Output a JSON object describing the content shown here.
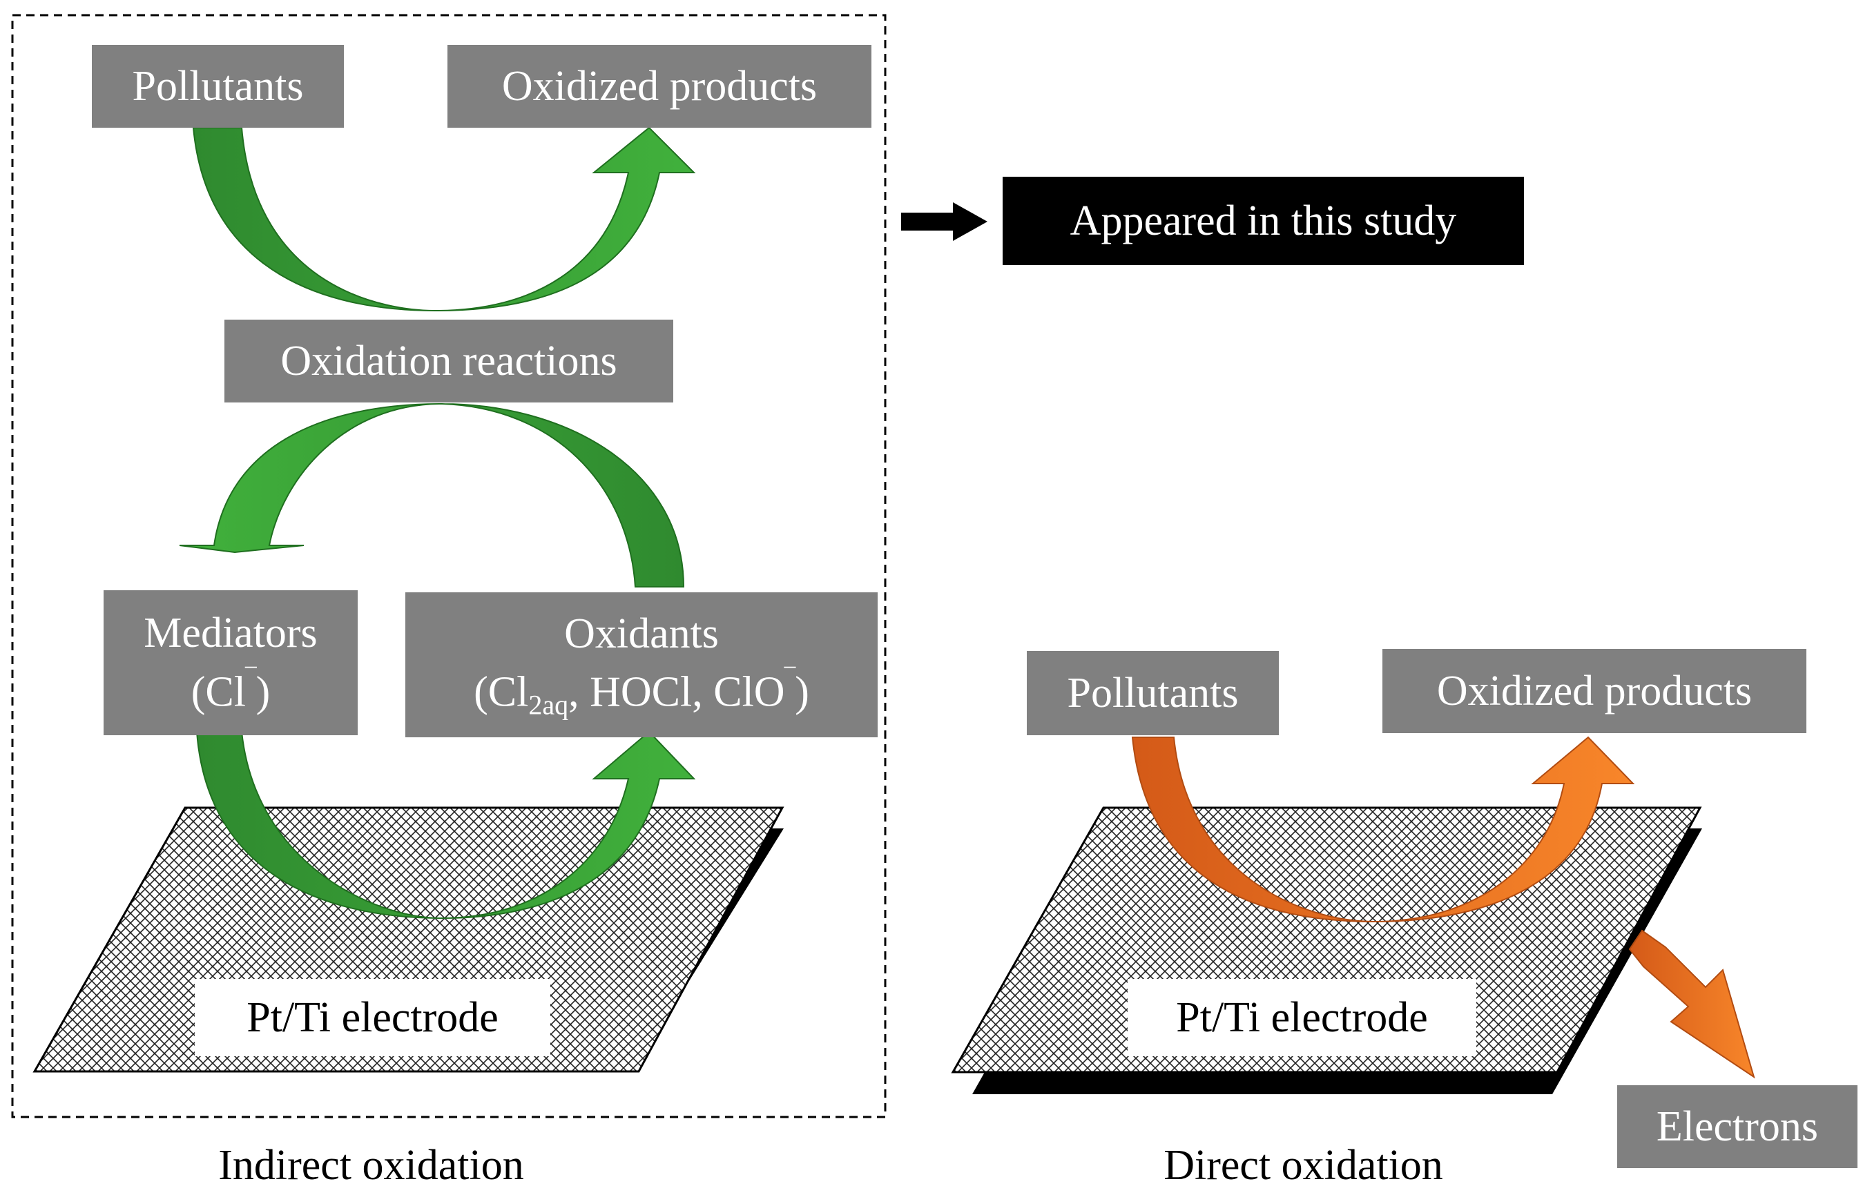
{
  "indirect": {
    "pollutants": "Pollutants",
    "oxidized_products": "Oxidized products",
    "oxidation_reactions": "Oxidation reactions",
    "mediators_line1": "Mediators",
    "mediators_line2_pre": "(Cl",
    "mediators_line2_sup": "‾",
    "mediators_line2_post": ")",
    "oxidants_line1": "Oxidants",
    "oxidants_cl": "(Cl",
    "oxidants_sub": "2aq",
    "oxidants_rest": ", HOCl, ClO",
    "oxidants_sup": "‾",
    "oxidants_close": ")",
    "electrode": "Pt/Ti electrode",
    "caption": "Indirect oxidation",
    "arrow_color_dark": "#2f8a2f",
    "arrow_color_light": "#3fae3c"
  },
  "legend": {
    "label": "Appeared in this study",
    "arrow_icon": "right-arrow-icon"
  },
  "direct": {
    "pollutants": "Pollutants",
    "oxidized_products": "Oxidized products",
    "electrode": "Pt/Ti electrode",
    "electrons": "Electrons",
    "caption": "Direct oxidation",
    "arrow_color_dark": "#d9601c",
    "arrow_color_light": "#f57f27"
  }
}
